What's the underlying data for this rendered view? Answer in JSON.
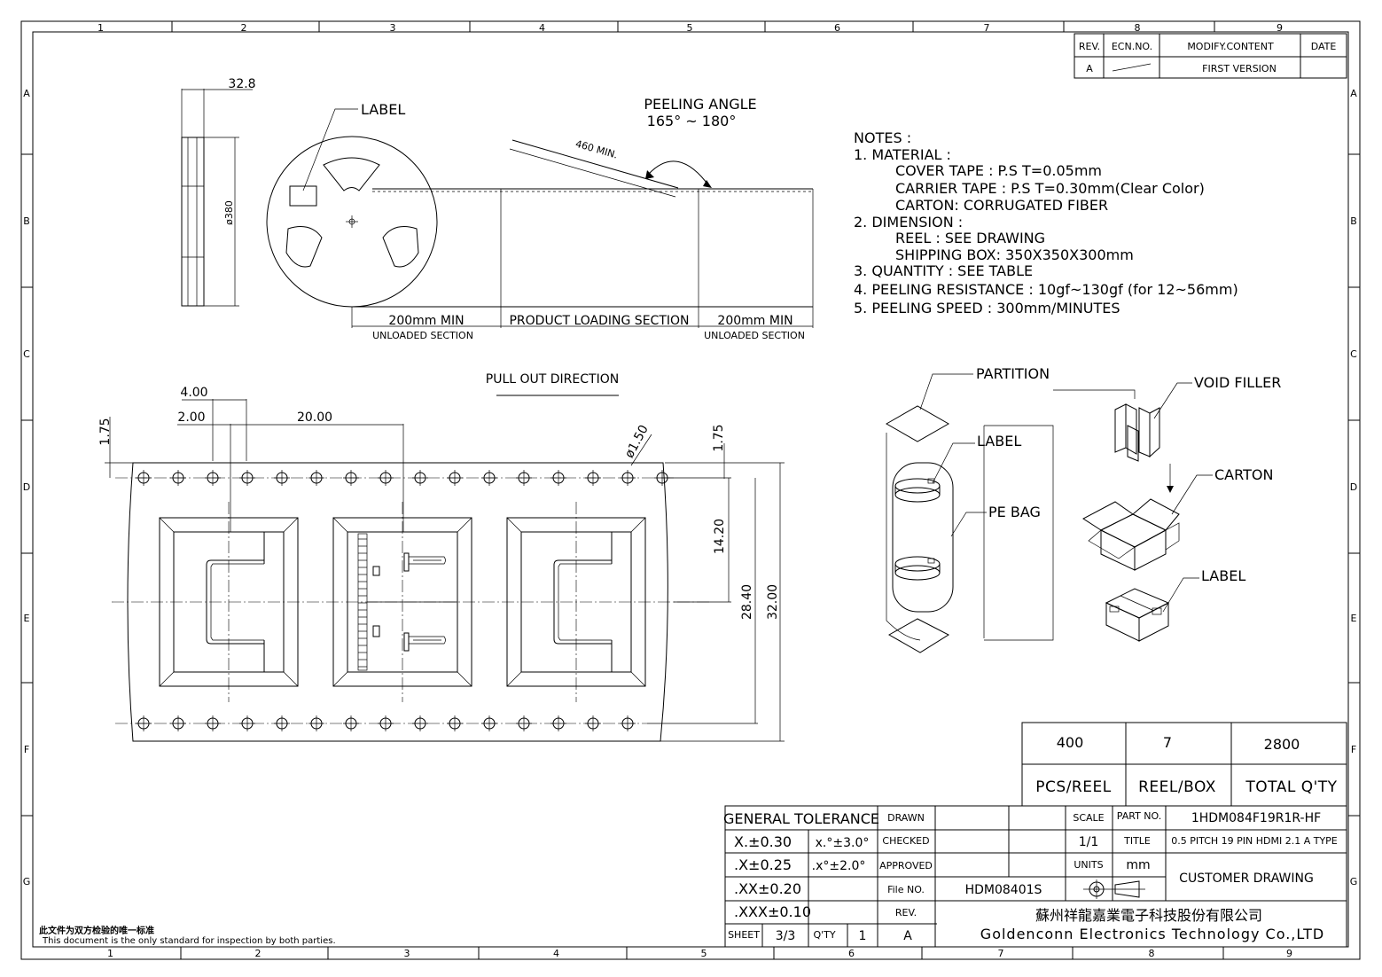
{
  "frame": {
    "col_labels": [
      "1",
      "2",
      "3",
      "4",
      "5",
      "6",
      "7",
      "8",
      "9"
    ],
    "row_labels": [
      "A",
      "B",
      "C",
      "D",
      "E",
      "F",
      "G"
    ]
  },
  "revision_table": {
    "headers": [
      "REV.",
      "ECN.NO.",
      "MODIFY.CONTENT",
      "DATE"
    ],
    "rows": [
      [
        "A",
        "",
        "FIRST VERSION",
        ""
      ]
    ]
  },
  "reel": {
    "label": "LABEL",
    "width_dim": "32.8",
    "diameter_dim": "ø380"
  },
  "tape": {
    "peeling_angle_title": "PEELING ANGLE",
    "peeling_angle_value": "165° ~ 180°",
    "length_dim": "460 MIN.",
    "sections": [
      {
        "title": "200mm MIN",
        "sub": "UNLOADED SECTION"
      },
      {
        "title": "PRODUCT LOADING SECTION",
        "sub": ""
      },
      {
        "title": "200mm MIN",
        "sub": "UNLOADED SECTION"
      }
    ]
  },
  "notes": [
    "NOTES :",
    "1. MATERIAL :",
    "COVER TAPE : P.S T=0.05mm",
    "CARRIER TAPE : P.S T=0.30mm(Clear Color)",
    "CARTON: CORRUGATED FIBER",
    "2. DIMENSION :",
    "REEL : SEE DRAWING",
    "SHIPPING BOX: 350X350X300mm",
    "3. QUANTITY : SEE TABLE",
    "4. PEELING RESISTANCE : 10gf~130gf (for 12~56mm)",
    "5. PEELING SPEED : 300mm/MINUTES"
  ],
  "carrier": {
    "pull_out": "PULL OUT DIRECTION",
    "dims": {
      "d400": "4.00",
      "d200": "2.00",
      "d2000": "20.00",
      "d175a": "1.75",
      "d175b": "1.75",
      "d150": "ø1.50",
      "d1420": "14.20",
      "d2840": "28.40",
      "d3200": "32.00"
    }
  },
  "packing": {
    "partition": "PARTITION",
    "label1": "LABEL",
    "pe_bag": "PE BAG",
    "void_filler": "VOID FILLER",
    "carton": "CARTON",
    "label2": "LABEL"
  },
  "qty_table": {
    "values": [
      "400",
      "7",
      "2800"
    ],
    "labels": [
      "PCS/REEL",
      "REEL/BOX",
      "TOTAL Q'TY"
    ]
  },
  "title_block": {
    "general_tolerance": "GENERAL TOLERANCE",
    "tol_rows": [
      {
        "a": "X.±0.30",
        "b": "x.°±3.0°"
      },
      {
        "a": ".X±0.25",
        "b": ".x°±2.0°"
      },
      {
        "a": ".XX±0.20",
        "b": ""
      },
      {
        "a": ".XXX±0.10",
        "b": ""
      }
    ],
    "drawn": "DRAWN",
    "checked": "CHECKED",
    "approved": "APPROVED",
    "file_no_label": "File NO.",
    "file_no": "HDM08401S",
    "rev_label": "REV.",
    "rev": "A",
    "sheet_label": "SHEET",
    "sheet": "3/3",
    "qty_label": "Q'TY",
    "qty": "1",
    "scale_label": "SCALE",
    "scale": "1/1",
    "units_label": "UNITS",
    "units": "mm",
    "part_no_label": "PART NO.",
    "part_no": "1HDM084F19R1R-HF",
    "title_label": "TITLE",
    "title": "0.5 PITCH 19 PIN HDMI 2.1 A TYPE",
    "drawing_type": "CUSTOMER DRAWING",
    "company_cn": "蘇州祥龍嘉業電子科技股份有限公司",
    "company_en": "Goldenconn Electronics Technology Co.,LTD"
  },
  "footer": {
    "cn": "此文件为双方检验的唯一标准",
    "en": "This document is the only standard for inspection by both parties."
  }
}
